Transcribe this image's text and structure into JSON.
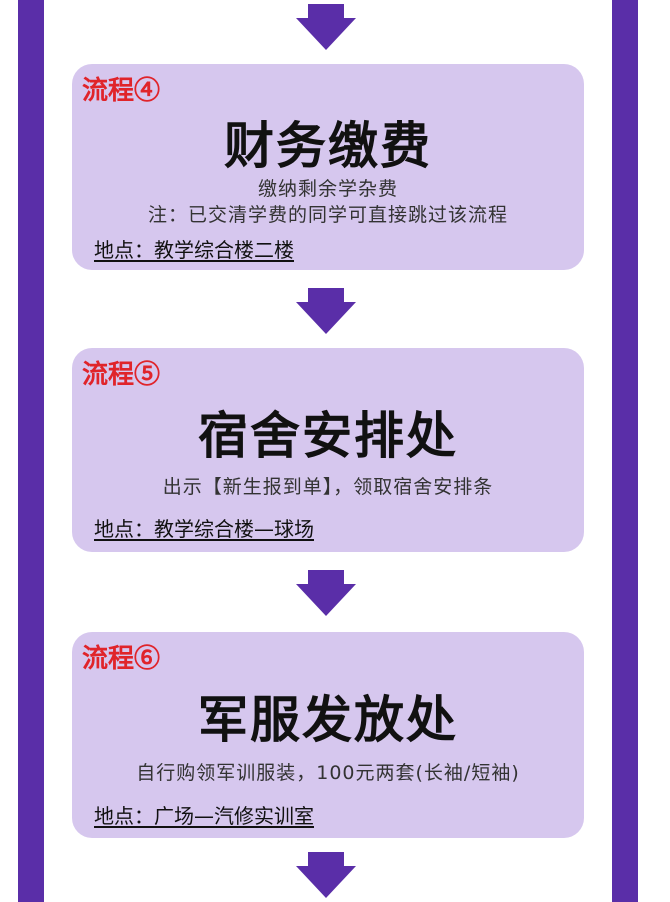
{
  "steps": [
    {
      "label": "流程④",
      "title": "财务缴费",
      "desc_lines": [
        "缴纳剩余学杂费",
        "注：已交清学费的同学可直接跳过该流程"
      ],
      "location": "地点：教学综合楼二楼"
    },
    {
      "label": "流程⑤",
      "title": "宿舍安排处",
      "desc_lines": [
        "出示【新生报到单】，领取宿舍安排条"
      ],
      "location": "地点：教学综合楼—球场"
    },
    {
      "label": "流程⑥",
      "title": "军服发放处",
      "desc_lines": [
        "自行购领军训服装，100元两套(长袖/短袖)"
      ],
      "location": "地点：广场—汽修实训室"
    }
  ],
  "colors": {
    "border_purple": "#5a2ea8",
    "card_lavender": "#d6c7ee",
    "step_red": "#e0242a",
    "arrow_purple": "#5a2ea8"
  },
  "icons": {
    "arrow": "arrow-down-icon"
  }
}
